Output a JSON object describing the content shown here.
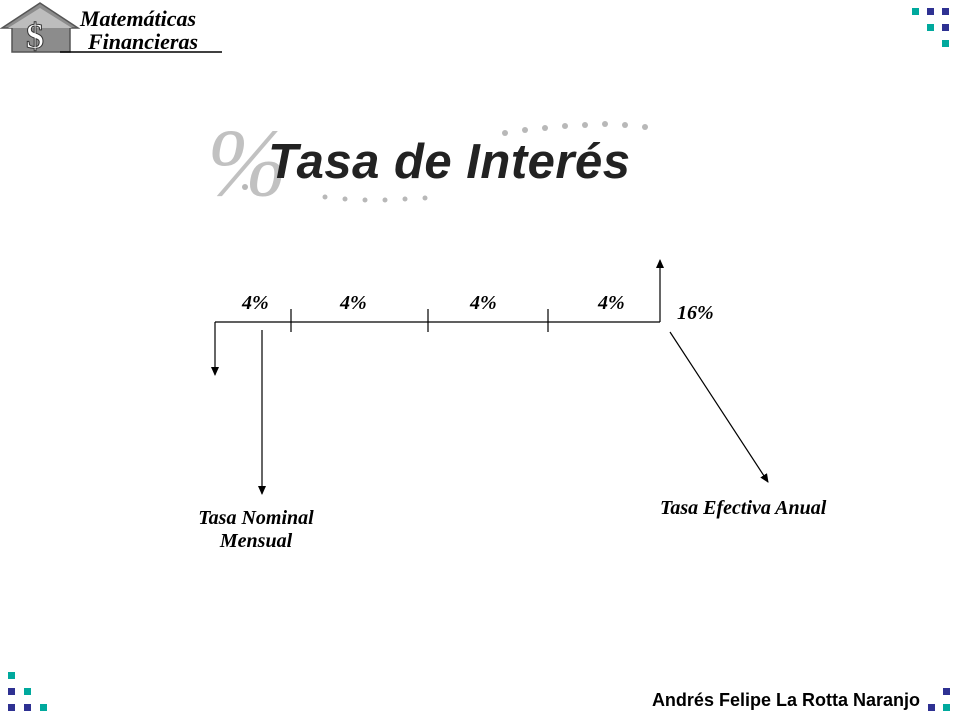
{
  "header": {
    "logo_line1": "Matemáticas",
    "logo_line2": "Financieras",
    "logo_symbol": "$"
  },
  "title": "Tasa de Interés",
  "diagram": {
    "period_rates": [
      "4%",
      "4%",
      "4%",
      "4%"
    ],
    "effective_rate": "16%",
    "nominal_caption_line1": "Tasa Nominal",
    "nominal_caption_line2": "Mensual",
    "effective_caption": "Tasa Efectiva Anual"
  },
  "footer": {
    "author": "Andrés Felipe La Rotta Naranjo"
  },
  "colors": {
    "accent_teal": "#00a99d",
    "accent_blue": "#2e3192"
  }
}
